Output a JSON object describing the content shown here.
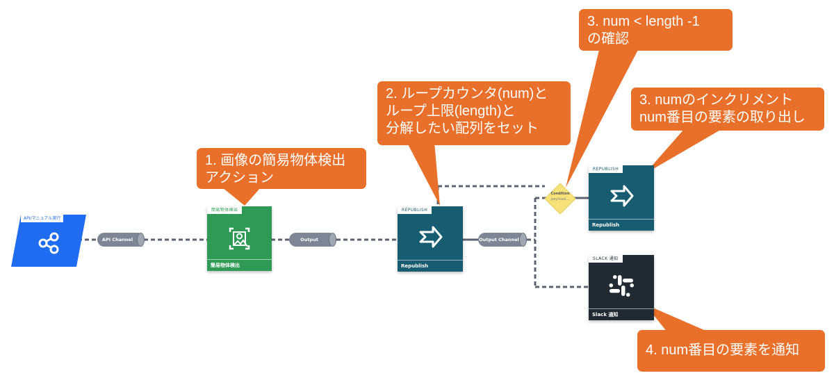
{
  "flow": {
    "trigger": {
      "tag": "API/マニュアル実行",
      "icon": "share-icon",
      "color": "#1f6cf0"
    },
    "pipes": {
      "api_channel": "API Channel",
      "output": "Output",
      "output_channel": "Output Channel"
    },
    "nodes": {
      "detect": {
        "tag": "簡易物体検出",
        "name": "簡易物体検出",
        "icon": "image-detect-icon",
        "color": "#2e9a55"
      },
      "republish_main": {
        "tag": "REPUBLISH",
        "name": "Republish",
        "icon": "republish-arrow-icon",
        "color": "#175c70"
      },
      "republish_loop": {
        "tag": "REPUBLISH",
        "name": "Republish",
        "icon": "republish-arrow-icon",
        "color": "#175c70"
      },
      "slack": {
        "tag": "SLACK 通知",
        "name": "Slack 通知",
        "icon": "slack-icon",
        "color": "#1f2a33"
      }
    },
    "condition": {
      "title": "Condition",
      "subtitle": "payload...",
      "color": "#f7e27a"
    }
  },
  "callouts": {
    "c1": "1. 画像の簡易物体検出\nアクション",
    "c2": "2. ループカウンタ(num)と\nループ上限(length)と\n分解したい配列をセット",
    "c3a": "3. num < length -1\nの確認",
    "c3b": "3. numのインクリメント\nnum番目の要素の取り出し",
    "c4": "4. num番目の要素を通知",
    "color": "#e8702a"
  }
}
